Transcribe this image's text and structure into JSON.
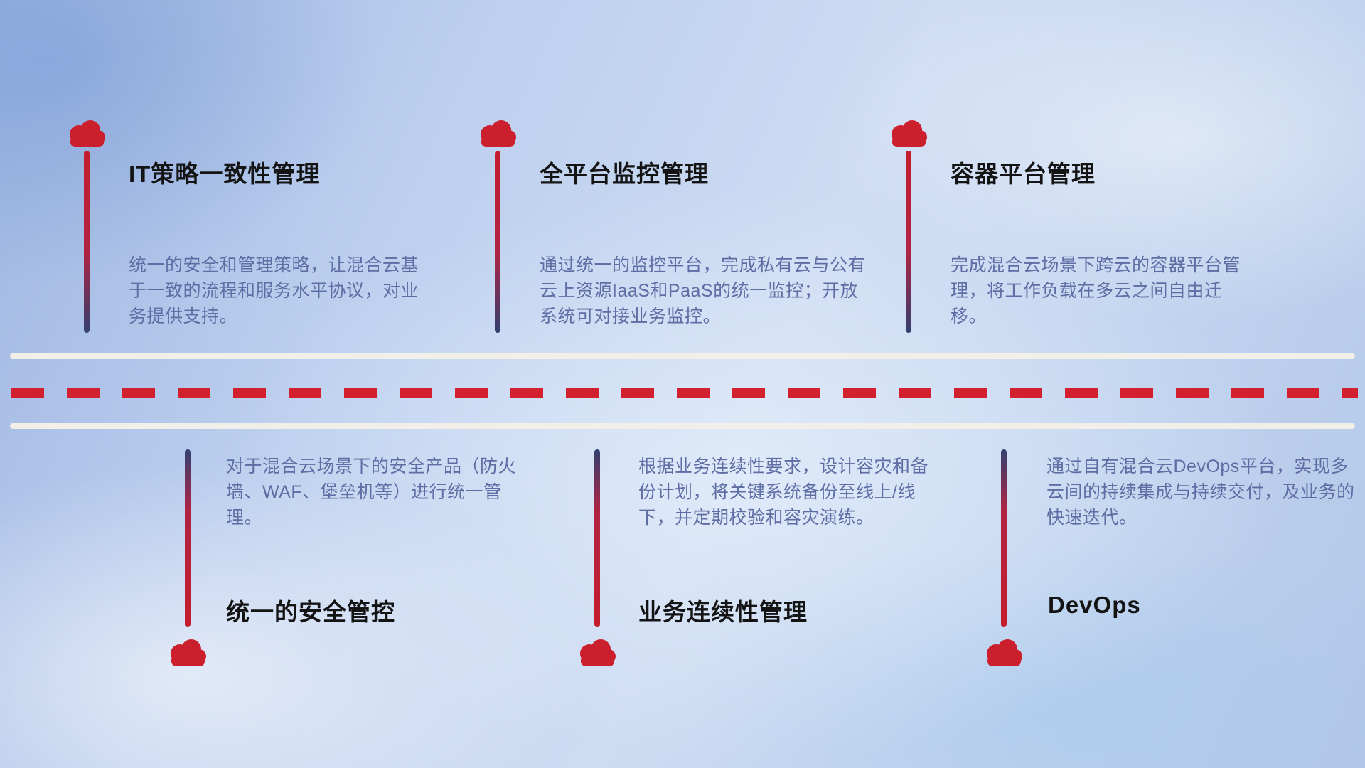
{
  "diagram": {
    "subject": "hybrid-cloud-capabilities-roadmap",
    "colors": {
      "accent_red": "#d2202e",
      "navy": "#33406f",
      "title_text": "#141414",
      "description_text": "#5e6da3",
      "road_line": "#f2efe8"
    },
    "top_items": [
      {
        "title": "IT策略一致性管理",
        "description": "统一的安全和管理策略，让混合云基于一致的流程和服务水平协议，对业务提供支持。"
      },
      {
        "title": "全平台监控管理",
        "description": "通过统一的监控平台，完成私有云与公有云上资源IaaS和PaaS的统一监控；开放系统可对接业务监控。"
      },
      {
        "title": "容器平台管理",
        "description": "完成混合云场景下跨云的容器平台管理，将工作负载在多云之间自由迁移。"
      }
    ],
    "bottom_items": [
      {
        "title": "统一的安全管控",
        "description": "对于混合云场景下的安全产品（防火墙、WAF、堡垒机等）进行统一管理。"
      },
      {
        "title": "业务连续性管理",
        "description": "根据业务连续性要求，设计容灾和备份计划，将关键系统备份至线上/线下，并定期校验和容灾演练。"
      },
      {
        "title": "DevOps",
        "description": "通过自有混合云DevOps平台，实现多云间的持续集成与持续交付，及业务的快速迭代。"
      }
    ]
  }
}
